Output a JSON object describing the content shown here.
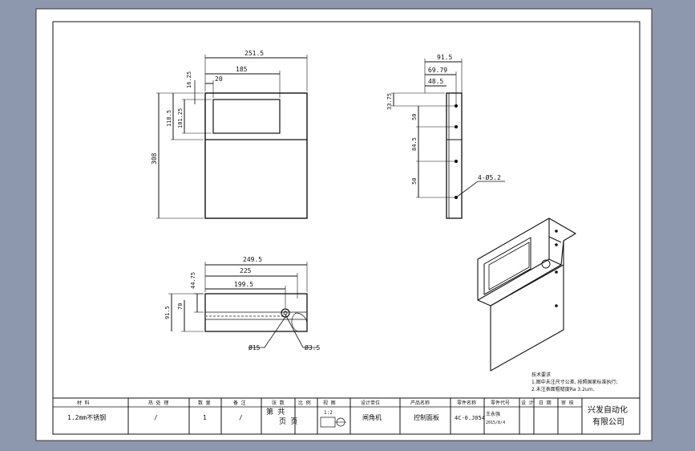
{
  "colors": {
    "background": "#8d97ad",
    "paper": "#ffffff",
    "line": "#111111",
    "hatch": "#8a8a8a"
  },
  "front_view": {
    "dim_overall_width": "251.5",
    "dim_window_right": "185",
    "dim_window_left": "20",
    "dim_window_top": "16.25",
    "dim_upper_height": "118.5",
    "dim_window_height": "101.25",
    "dim_total_height": "308"
  },
  "side_view": {
    "dim_depth": "91.5",
    "dim_flange": "69.79",
    "dim_hole_offset": "48.5",
    "dim_top": "33.75",
    "dim_hole_gap_1": "50",
    "dim_hole_gap_2": "84.5",
    "dim_hole_gap_3": "50",
    "hole_callout": "4-Ø5.2"
  },
  "top_view": {
    "dim_width_1": "249.5",
    "dim_width_2": "225",
    "dim_width_3": "199.5",
    "dim_offset": "44.75",
    "dim_inner": "70",
    "dim_outer": "91.5",
    "dim_circle_large": "Ø15",
    "dim_circle_small": "Ø3.5"
  },
  "notes": [
    "技术要求",
    "1.图中未注尺寸公差, 按照国家标准执行;",
    "2.未注表面粗糙度Ra 3.2um."
  ],
  "title_block": {
    "headers": [
      "材 料",
      "热 处 理",
      "数 量",
      "备 注",
      "张 数",
      "比 例",
      "视 图",
      "设计单位",
      "产品名称",
      "零件名称",
      "零件代号",
      "设 计",
      "日 期",
      "审 核"
    ],
    "values": {
      "material": "1.2mm不锈钢",
      "heat_treatment": "/",
      "quantity": "1",
      "remarks": "/",
      "sheet_label": "第 共",
      "sheet_unit": "页 页",
      "scale": "1:2",
      "product": "闸角机",
      "part_name": "控制面板",
      "part_code": "4C-0.J054",
      "designer": "王永强",
      "date": "2015/8/4"
    },
    "company": [
      "兴发自动化",
      "有限公司"
    ]
  }
}
